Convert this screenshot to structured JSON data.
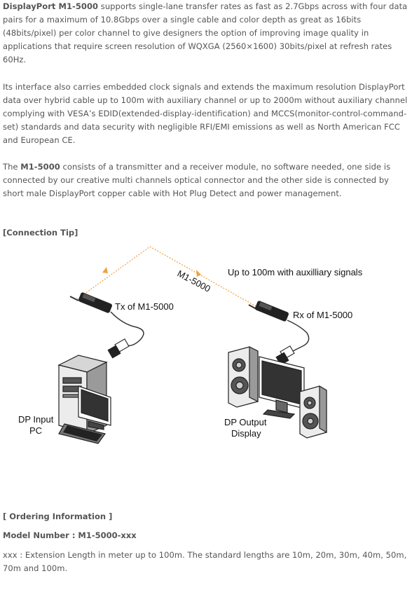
{
  "intro": {
    "product_bold": "DisplayPort M1-5000",
    "text": " supports single-lane transfer rates as fast as 2.7Gbps across with four data pairs for a maximum of 10.8Gbps over a single cable and color depth as great as 16bits (48bits/pixel) per color channel to give designers the option of improving image quality in applications that require screen resolution of WQXGA (2560×1600) 30bits/pixel at refresh rates 60Hz."
  },
  "interface": {
    "text": "Its interface also carries embedded clock signals and extends the maximum resolution DisplayPort data over hybrid cable up to 100m with auxiliary channel or up to 2000m without auxiliary channel complying with VESA’s EDID(extended-display-identification) and MCCS(monitor-control-command-set) standards and data security with negligible RFI/EMI emissions as well as North American FCC and European CE."
  },
  "modules": {
    "prefix": "The ",
    "model_bold": "M1-5000",
    "text": " consists of a transmitter and a receiver module, no software needed, one side is connected by our creative multi channels optical connector and the other side is connected by short male DisplayPort copper cable with Hot Plug Detect and power management."
  },
  "connection_tip": {
    "heading": "[Connection Tip]",
    "diagram": {
      "cable_label": "M1-5000",
      "distance_label": "Up to 100m with auxilliary signals",
      "tx_label": "Tx of M1-5000",
      "rx_label": "Rx of M1-5000",
      "pc_label_line1": "DP Input",
      "pc_label_line2": "PC",
      "display_label_line1": "DP Output",
      "display_label_line2": "Display",
      "cable_color": "#f0a040"
    }
  },
  "ordering": {
    "heading": "[ Ordering Information ]",
    "model_number": "Model Number : M1-5000-xxx",
    "extension_text": "xxx : Extension Length in meter up to 100m. The standard lengths are 10m, 20m, 30m, 40m, 50m, 70m and 100m."
  }
}
